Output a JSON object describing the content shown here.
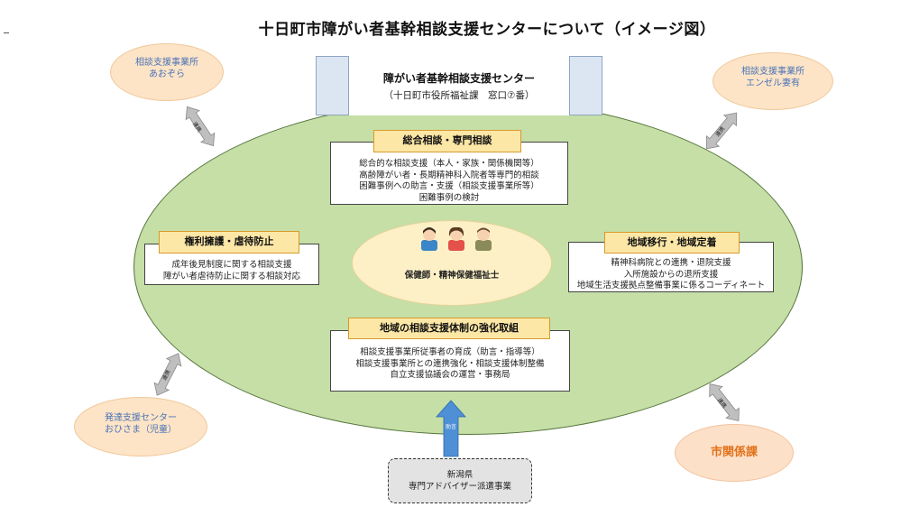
{
  "title": "十日町市障がい者基幹相談支援センターについて（イメージ図）",
  "center": {
    "name": "障がい者基幹相談支援センター",
    "location": "（十日町市役所福祉課　窓口⑦番）"
  },
  "sections": {
    "general": {
      "tag": "総合相談・専門相談",
      "lines": [
        "総合的な相談支援（本人・家族・関係機関等）",
        "高齢障がい者・長期精神科入院者等専門的相談",
        "困難事例への助言・支援（相談支援事業所等）",
        "困難事例の検討"
      ]
    },
    "rights": {
      "tag": "権利擁護・虐待防止",
      "lines": [
        "成年後見制度に関する相談支援",
        "障がい者虐待防止に関する相談対応"
      ]
    },
    "transition": {
      "tag": "地域移行・地域定着",
      "lines": [
        "精神科病院との連携・退院支援",
        "入所施設からの退所支援",
        "地域生活支援拠点整備事業に係るコーディネート"
      ]
    },
    "regional": {
      "tag": "地域の相談支援体制の強化取組",
      "lines": [
        "相談支援事業所従事者の育成（助言・指導等）",
        "相談支援事業所との連携強化・相談支援体制整備",
        "自立支援協議会の運営・事務局"
      ]
    }
  },
  "staff": {
    "label": "保健師・精神保健福祉士"
  },
  "satellites": {
    "aozora": {
      "line1": "相談支援事業所",
      "line2": "あおぞら"
    },
    "angel": {
      "line1": "相談支援事業所",
      "line2": "エンゼル妻有"
    },
    "ohisama": {
      "line1": "発達支援センター",
      "line2": "おひさま（児童）"
    },
    "city": {
      "label": "市関係課"
    }
  },
  "advisor": {
    "line1": "新潟県",
    "line2": "専門アドバイザー派遣事業"
  },
  "arrow_labels": {
    "link": "連携",
    "advice": "助言"
  },
  "colors": {
    "ellipse_fill": "#c5dfa6",
    "tag_fill": "#fde7a6",
    "tag_border": "#d89a2c",
    "header_fill": "#dce6f2",
    "satellite_fill": "#fde4c6",
    "satellite_text": "#4a73b8",
    "city_text": "#e2721a",
    "arrow_gray": "#bfbfbf",
    "arrow_blue": "#4f8fd6"
  }
}
